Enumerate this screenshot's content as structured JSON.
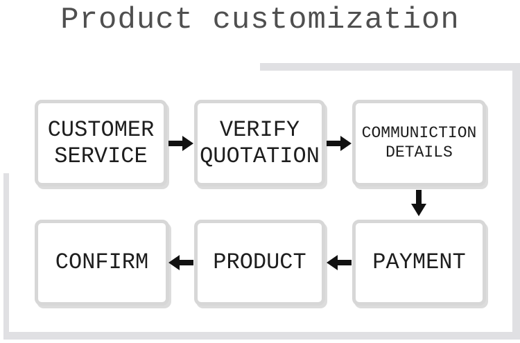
{
  "title": "Product customization",
  "flow": {
    "steps": [
      {
        "id": "customer-service",
        "label": "CUSTOMER\nSERVICE"
      },
      {
        "id": "verify-quotation",
        "label": "VERIFY\nQUOTATION"
      },
      {
        "id": "communiction-details",
        "label": "COMMUNICTION\nDETAILS"
      },
      {
        "id": "payment",
        "label": "PAYMENT"
      },
      {
        "id": "product",
        "label": "PRODUCT"
      },
      {
        "id": "confirm",
        "label": "CONFIRM"
      }
    ],
    "edges": [
      {
        "from": "CUSTOMER SERVICE",
        "to": "VERIFY QUOTATION",
        "direction": "right"
      },
      {
        "from": "VERIFY QUOTATION",
        "to": "COMMUNICTION DETAILS",
        "direction": "right"
      },
      {
        "from": "COMMUNICTION DETAILS",
        "to": "PAYMENT",
        "direction": "down"
      },
      {
        "from": "PAYMENT",
        "to": "PRODUCT",
        "direction": "left"
      },
      {
        "from": "PRODUCT",
        "to": "CONFIRM",
        "direction": "left"
      }
    ]
  },
  "colors": {
    "frame-gray": "#e0e0e3",
    "box-border": "#d7d7d7",
    "box-shadow": "#dcdcdc",
    "text-dark": "#1d1d1d",
    "title-gray": "#4f4f4f",
    "arrow-black": "#111111"
  }
}
